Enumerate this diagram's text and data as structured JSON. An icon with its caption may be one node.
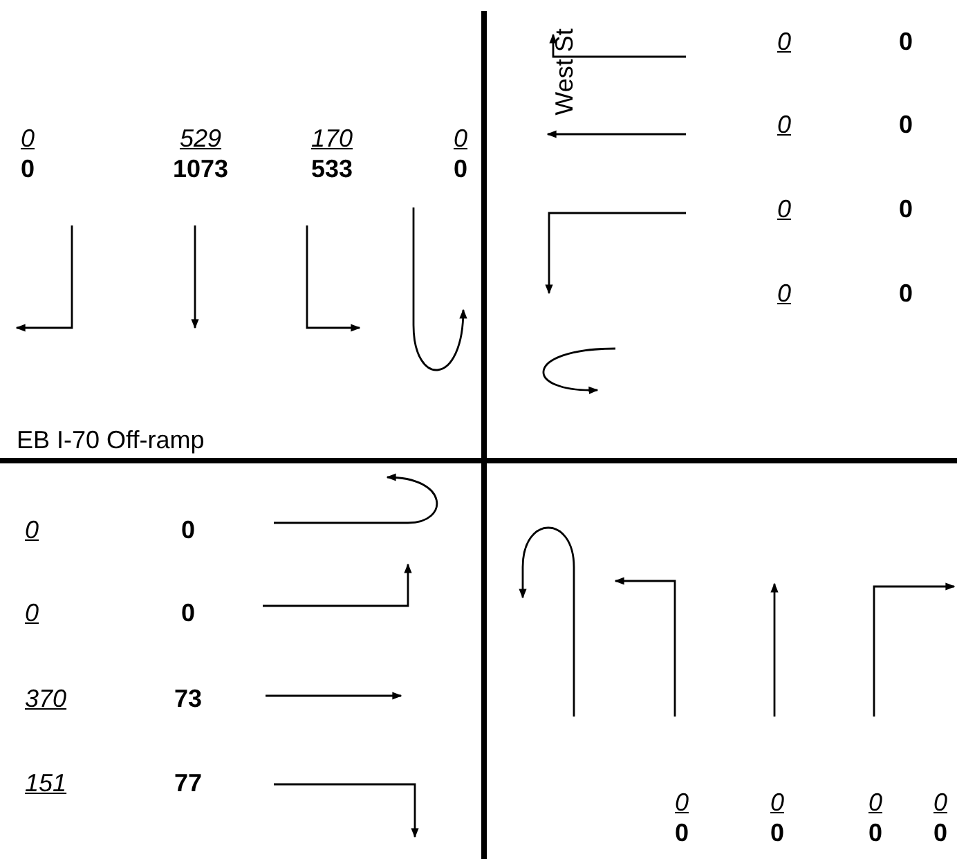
{
  "diagram": {
    "labels": [
      "0",
      "529",
      "170",
      "0",
      "0",
      "1073",
      "533",
      "0",
      "West St",
      "0",
      "0",
      "0",
      "0",
      "0",
      "0",
      "0",
      "0",
      "EB I-70 Off-ramp",
      "0",
      "0",
      "0",
      "0",
      "370",
      "73",
      "151",
      "77",
      "0",
      "0",
      "0",
      "0",
      "0",
      "0",
      "0",
      "0"
    ]
  }
}
